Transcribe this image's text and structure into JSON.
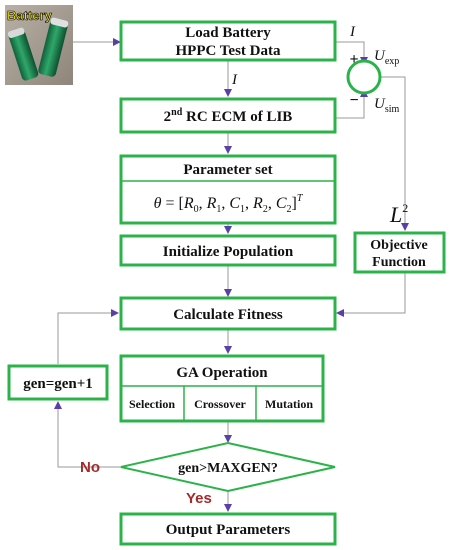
{
  "battery_photo": {
    "label": "Battery"
  },
  "nodes": {
    "load_data": {
      "line1": "Load Battery",
      "line2": "HPPC Test Data"
    },
    "ecm": {
      "pre": "2",
      "sup": "nd",
      "post": " RC ECM of LIB"
    },
    "param_set": {
      "title": "Parameter set",
      "formula": {
        "theta": "θ",
        "eq": " = [",
        "r0": "R",
        "r0_sub": "0",
        "r1": "R",
        "r1_sub": "1",
        "c1": "C",
        "c1_sub": "1",
        "r2": "R",
        "r2_sub": "2",
        "c2": "C",
        "c2_sub": "2",
        "sep": ", ",
        "close": "]",
        "sup": "T"
      }
    },
    "init_pop": {
      "label": "Initialize Population"
    },
    "objective": {
      "line1": "Objective",
      "line2": "Function"
    },
    "fitness": {
      "label": "Calculate Fitness"
    },
    "ga": {
      "title": "GA Operation",
      "ops": [
        "Selection",
        "Crossover",
        "Mutation"
      ]
    },
    "gen_inc": {
      "label": "gen=gen+1"
    },
    "decision": {
      "label": "gen>MAXGEN?"
    },
    "output": {
      "label": "Output Parameters"
    }
  },
  "summing_junction": {
    "plus": "+",
    "minus": "−"
  },
  "edge_labels": {
    "current_top": "I",
    "current_mid": "I",
    "u_exp": {
      "main": "U",
      "sub": "exp"
    },
    "u_sim": {
      "main": "U",
      "sub": "sim"
    },
    "l2": {
      "main": "L",
      "sup": "2"
    },
    "no": "No",
    "yes": "Yes"
  },
  "colors": {
    "box_border": "#2bb34a",
    "arrow": "#5b3fa8",
    "connector": "#9a9a9a",
    "battery_label": "#f2e60f",
    "no_yes": "#a52a2a"
  }
}
